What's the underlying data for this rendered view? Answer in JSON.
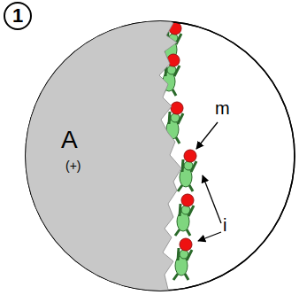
{
  "diagram": {
    "nodes": [
      {
        "text": [
          "1"
        ]
      },
      {
        "text": [
          "A",
          "(+)"
        ]
      }
    ],
    "labels": [
      "m",
      "i"
    ]
  }
}
